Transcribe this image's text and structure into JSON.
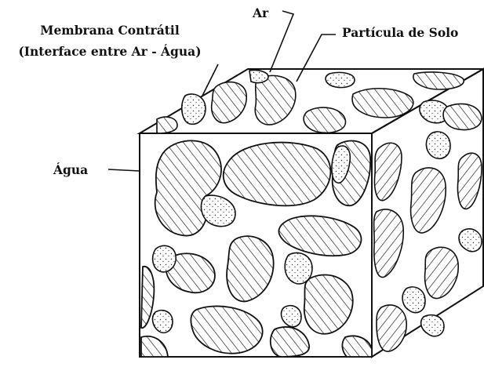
{
  "diagram": {
    "labels": {
      "membrane_line1": "Membrana Contrátil",
      "membrane_line2": "(Interface entre Ar - Água)",
      "air": "Ar",
      "soil_particle": "Partícula de Solo",
      "water": "Água"
    },
    "colors": {
      "ink": "#111111",
      "background": "#ffffff"
    }
  }
}
